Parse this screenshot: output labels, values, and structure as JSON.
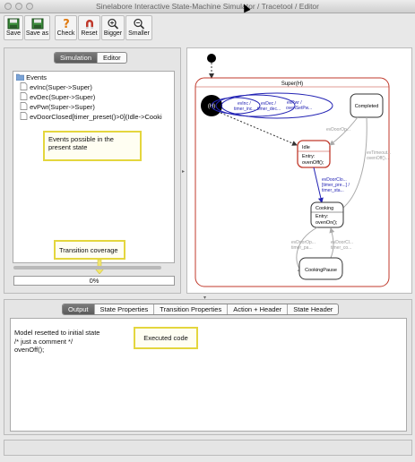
{
  "window": {
    "title": "Sinelabore Interactive State-Machine Simulator / Tracetool / Editor"
  },
  "toolbar": {
    "buttons": [
      {
        "label": "Save",
        "icon": "floppy-disk-icon"
      },
      {
        "label": "Save as",
        "icon": "floppy-disk-icon"
      },
      {
        "label": "Check",
        "icon": "question-mark-icon"
      },
      {
        "label": "Reset",
        "icon": "magnet-icon"
      },
      {
        "label": "Bigger",
        "icon": "zoom-in-icon"
      },
      {
        "label": "Smaller",
        "icon": "zoom-out-icon"
      }
    ]
  },
  "left_tabs": [
    {
      "label": "Simulation",
      "active": true
    },
    {
      "label": "Editor",
      "active": false
    }
  ],
  "events": {
    "root_label": "Events",
    "items": [
      "evInc(Super->Super)",
      "evDec(Super->Super)",
      "evPwr(Super->Super)",
      "evDoorClosed[timer_preset()>0](Idle->Cooki"
    ]
  },
  "callouts": {
    "events": "Events possible in the present state",
    "coverage": "Transition coverage",
    "code": "Executed code"
  },
  "coverage": {
    "percent_label": "0%",
    "value": 0
  },
  "diagram": {
    "super_label": "Super(H)",
    "history_label": "(H)",
    "completed_label": "Completed",
    "idle_label": "Idle",
    "idle_entry_1": "Entry:",
    "idle_entry_2": "ovenOff();",
    "cooking_label": "Cooking",
    "cooking_entry_1": "Entry:",
    "cooking_entry_2": "ovenOn();",
    "cookingpause_label": "CookingPause",
    "t_evinc_1": "evInc /",
    "t_evinc_2": "timer_inc...",
    "t_evdec_1": "evDec /",
    "t_evdec_2": "timer_dec...",
    "t_evpwr_1": "evPwr /",
    "t_evpwr_2": "ovenSetPw...",
    "t_evdoorop": "evDoorOp...",
    "t_evtimeout_1": "evTimeout...",
    "t_evtimeout_2": "ovenOff()...",
    "t_doorclosed_1": "evDoorClo...",
    "t_doorclosed_2": "[timer_pre...] /",
    "t_doorclosed_3": "timer_sta...",
    "t_doorop2_1": "evDoorOp...",
    "t_doorop2_2": "timer_pa...",
    "t_doorcl2_1": "evDoorCl...",
    "t_doorcl2_2": "timer_co..."
  },
  "bottom_tabs": [
    {
      "label": "Output",
      "active": true
    },
    {
      "label": "State Properties",
      "active": false
    },
    {
      "label": "Transition Properties",
      "active": false
    },
    {
      "label": "Action + Header",
      "active": false
    },
    {
      "label": "State Header",
      "active": false
    }
  ],
  "output_lines": [
    "Model resetted to initial state",
    "/* just a comment */",
    "ovenOff();"
  ],
  "colors": {
    "state_border": "#c0392b",
    "transition_blue": "#2323b4",
    "callout_border": "#e4d63e"
  }
}
